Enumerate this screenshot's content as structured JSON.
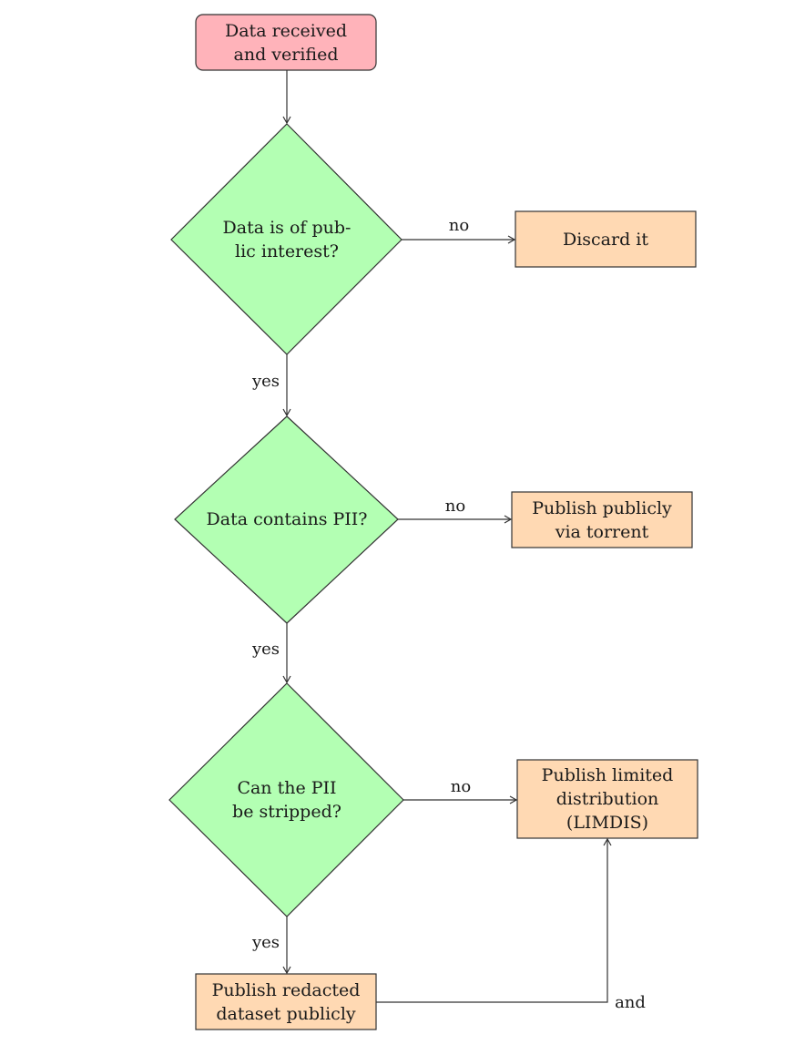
{
  "nodes": {
    "start": {
      "text": "Data received\nand verified",
      "fill": "#ffb3ba",
      "shape": "rounded-rectangle"
    },
    "q_public_interest": {
      "text": "Data is of pub-\nlic interest?",
      "fill": "#b3ffb3",
      "shape": "diamond"
    },
    "discard": {
      "text": "Discard it",
      "fill": "#ffd9b3",
      "shape": "rectangle"
    },
    "q_contains_pii": {
      "text": "Data contains PII?",
      "fill": "#b3ffb3",
      "shape": "diamond"
    },
    "publish_torrent": {
      "text": "Publish publicly\nvia torrent",
      "fill": "#ffd9b3",
      "shape": "rectangle"
    },
    "q_strip_pii": {
      "text": "Can the PII\nbe stripped?",
      "fill": "#b3ffb3",
      "shape": "diamond"
    },
    "publish_limdis": {
      "text": "Publish limited\ndistribution\n(LIMDIS)",
      "fill": "#ffd9b3",
      "shape": "rectangle"
    },
    "publish_redacted": {
      "text": "Publish redacted\ndataset publicly",
      "fill": "#ffd9b3",
      "shape": "rectangle"
    }
  },
  "edges": {
    "start_to_public": {
      "from": "start",
      "to": "q_public_interest",
      "label": ""
    },
    "public_no": {
      "from": "q_public_interest",
      "to": "discard",
      "label": "no"
    },
    "public_yes": {
      "from": "q_public_interest",
      "to": "q_contains_pii",
      "label": "yes"
    },
    "pii_no": {
      "from": "q_contains_pii",
      "to": "publish_torrent",
      "label": "no"
    },
    "pii_yes": {
      "from": "q_contains_pii",
      "to": "q_strip_pii",
      "label": "yes"
    },
    "strip_no": {
      "from": "q_strip_pii",
      "to": "publish_limdis",
      "label": "no"
    },
    "strip_yes": {
      "from": "q_strip_pii",
      "to": "publish_redacted",
      "label": "yes"
    },
    "redacted_and": {
      "from": "publish_redacted",
      "to": "publish_limdis",
      "label": "and"
    }
  },
  "colors": {
    "stroke": "#333333",
    "start_fill": "#ffb3ba",
    "decision_fill": "#b3ffb3",
    "outcome_fill": "#ffd9b3"
  }
}
